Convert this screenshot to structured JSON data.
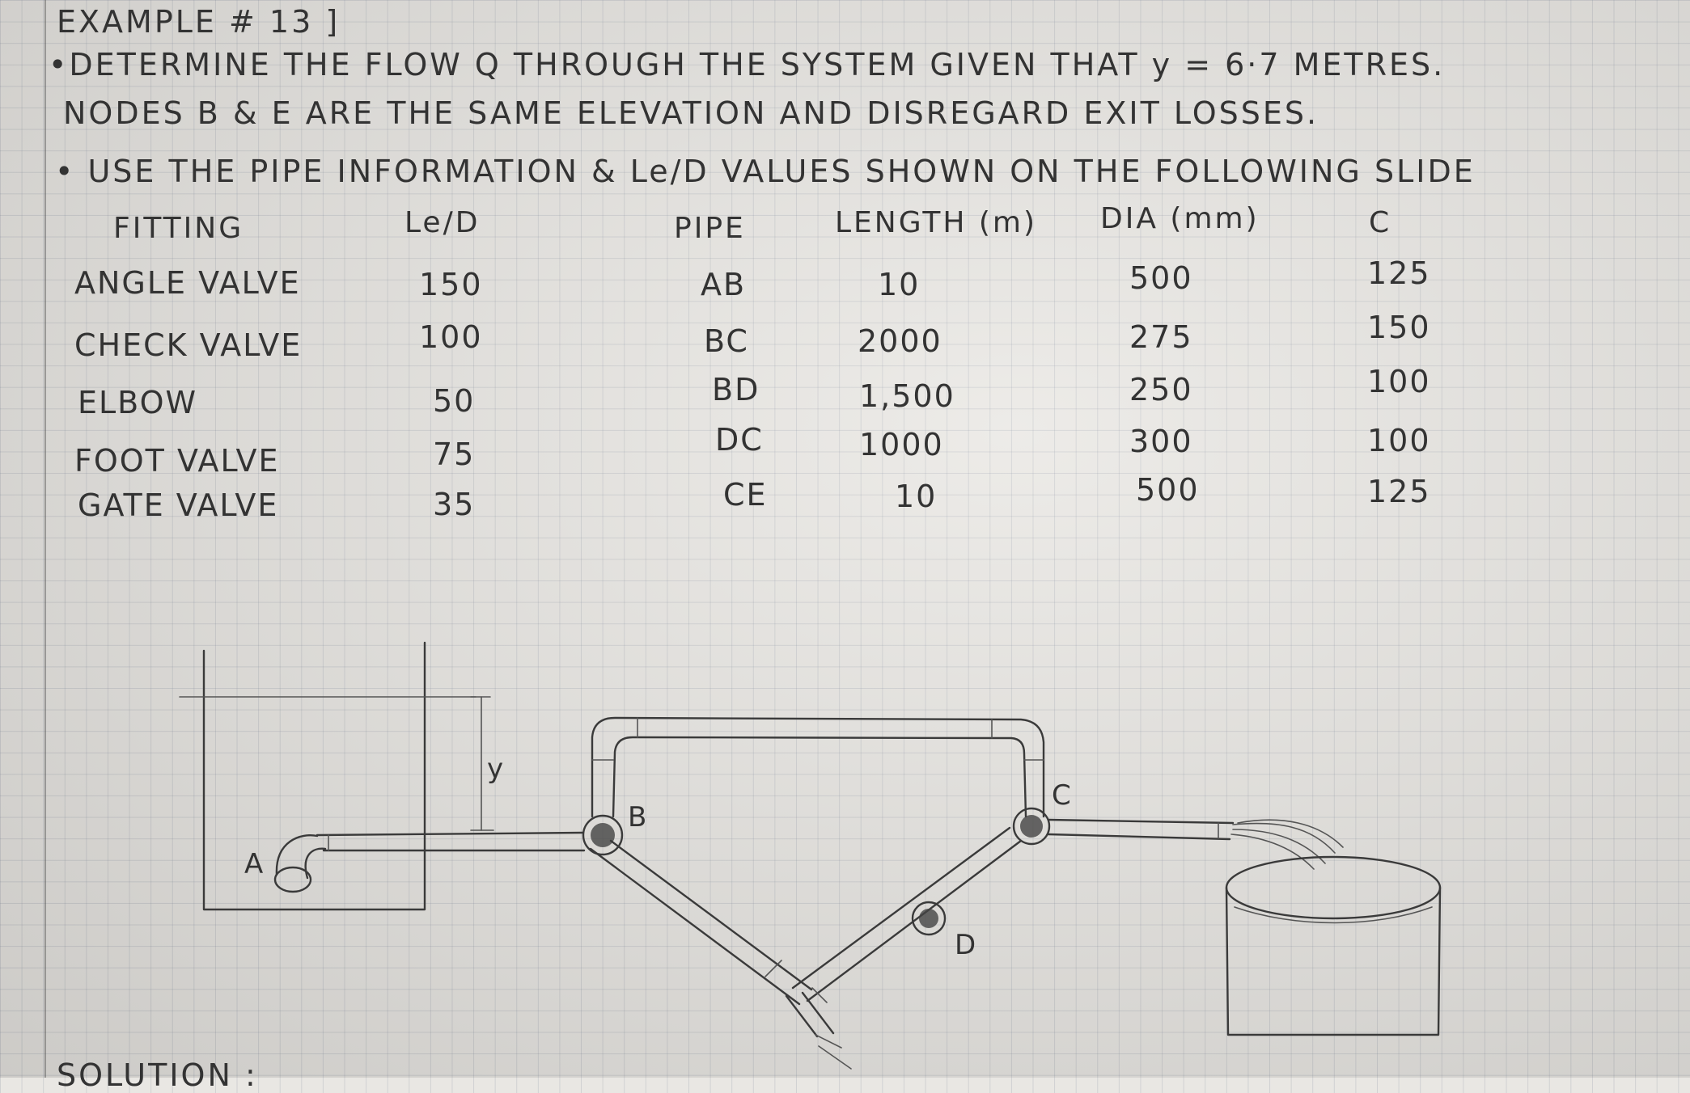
{
  "heading": "EXAMPLE # 13 ]",
  "lines": [
    "•DETERMINE THE FLOW Q THROUGH THE SYSTEM GIVEN THAT y = 6·7 METRES.",
    "NODES B & E ARE THE SAME ELEVATION AND DISREGARD EXIT LOSSES.",
    "• USE THE PIPE INFORMATION & Le/D VALUES SHOWN ON THE FOLLOWING SLIDE"
  ],
  "fittings": {
    "headers": {
      "fitting": "FITTING",
      "le_d": "Le/D"
    },
    "rows": [
      {
        "name": "ANGLE VALVE",
        "value": "150"
      },
      {
        "name": "CHECK VALVE",
        "value": "100"
      },
      {
        "name": "ELBOW",
        "value": "50"
      },
      {
        "name": "FOOT VALVE",
        "value": "75"
      },
      {
        "name": "GATE VALVE",
        "value": "35"
      }
    ]
  },
  "pipes": {
    "headers": {
      "pipe": "PIPE",
      "length": "LENGTH (m)",
      "dia": "DIA (mm)",
      "c": "C"
    },
    "rows": [
      {
        "pipe": "AB",
        "length": "10",
        "dia": "500",
        "c": "125"
      },
      {
        "pipe": "BC",
        "length": "2000",
        "dia": "275",
        "c": "150"
      },
      {
        "pipe": "BD",
        "length": "1,500",
        "dia": "250",
        "c": "100"
      },
      {
        "pipe": "DC",
        "length": "1000",
        "dia": "300",
        "c": "100"
      },
      {
        "pipe": "CE",
        "length": "10",
        "dia": "500",
        "c": "125"
      }
    ]
  },
  "diagram_labels": {
    "a": "A",
    "b": "B",
    "c": "C",
    "d": "D",
    "y": "y"
  },
  "footer_partial": "SOLUTION :"
}
